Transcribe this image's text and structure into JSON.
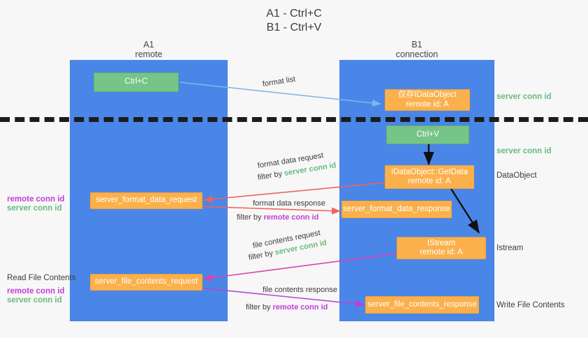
{
  "title": {
    "line1": "A1 - Ctrl+C",
    "line2": "B1 - Ctrl+V"
  },
  "colors": {
    "lane": "#4a86e8",
    "green_box": "#76c488",
    "orange_box": "#fbb04b",
    "server_conn_id_text": "#6aba7e",
    "remote_conn_id_text": "#c13fd6",
    "divider": "#1c1c1c",
    "background": "#f7f7f7"
  },
  "columns": [
    {
      "name": "A1",
      "role": "remote"
    },
    {
      "name": "B1",
      "role": "connection"
    }
  ],
  "boxes": {
    "ctrl_c": {
      "line1": "Ctrl+C"
    },
    "ctrl_v": {
      "line1": "Ctrl+V"
    },
    "idataobject": {
      "line1": "仅存IDataObject",
      "line2": "remote id: A"
    },
    "getdata": {
      "line1": "IDataObject::GetData",
      "line2": "remote id: A"
    },
    "istream": {
      "line1": "IStream",
      "line2": "remote id: A"
    },
    "server_format_data_request": {
      "line1": "server_format_data_request"
    },
    "server_format_data_response": {
      "line1": "server_format_data_response"
    },
    "server_file_contents_request": {
      "line1": "server_file_contents_request"
    },
    "server_file_contents_response": {
      "line1": "server_file_contents_response"
    }
  },
  "side_labels": {
    "server_conn_id_top": "server conn id",
    "server_conn_id_mid": "server conn id",
    "dataobject": "DataObject",
    "istream": "Istream",
    "write_file_contents": "Write File Contents",
    "read_file_contents": "Read File Contents",
    "remote_conn_id_1": "remote conn id",
    "server_conn_id_1": "server conn id",
    "remote_conn_id_2": "remote conn id",
    "server_conn_id_2": "server conn id"
  },
  "arrow_labels": {
    "format_list": "format list",
    "format_data_request": "format data request",
    "format_data_request_filter_prefix": "filter by ",
    "format_data_request_filter_value": "server conn id",
    "format_data_response": "format data response",
    "format_data_response_filter_prefix": "filter by ",
    "format_data_response_filter_value": "remote conn id",
    "file_contents_request": "file contents request",
    "file_contents_request_filter_prefix": "filter by ",
    "file_contents_request_filter_value": "server conn id",
    "file_contents_response": "file contents response",
    "file_contents_response_filter_prefix": "filter by ",
    "file_contents_response_filter_value": "remote conn id"
  }
}
